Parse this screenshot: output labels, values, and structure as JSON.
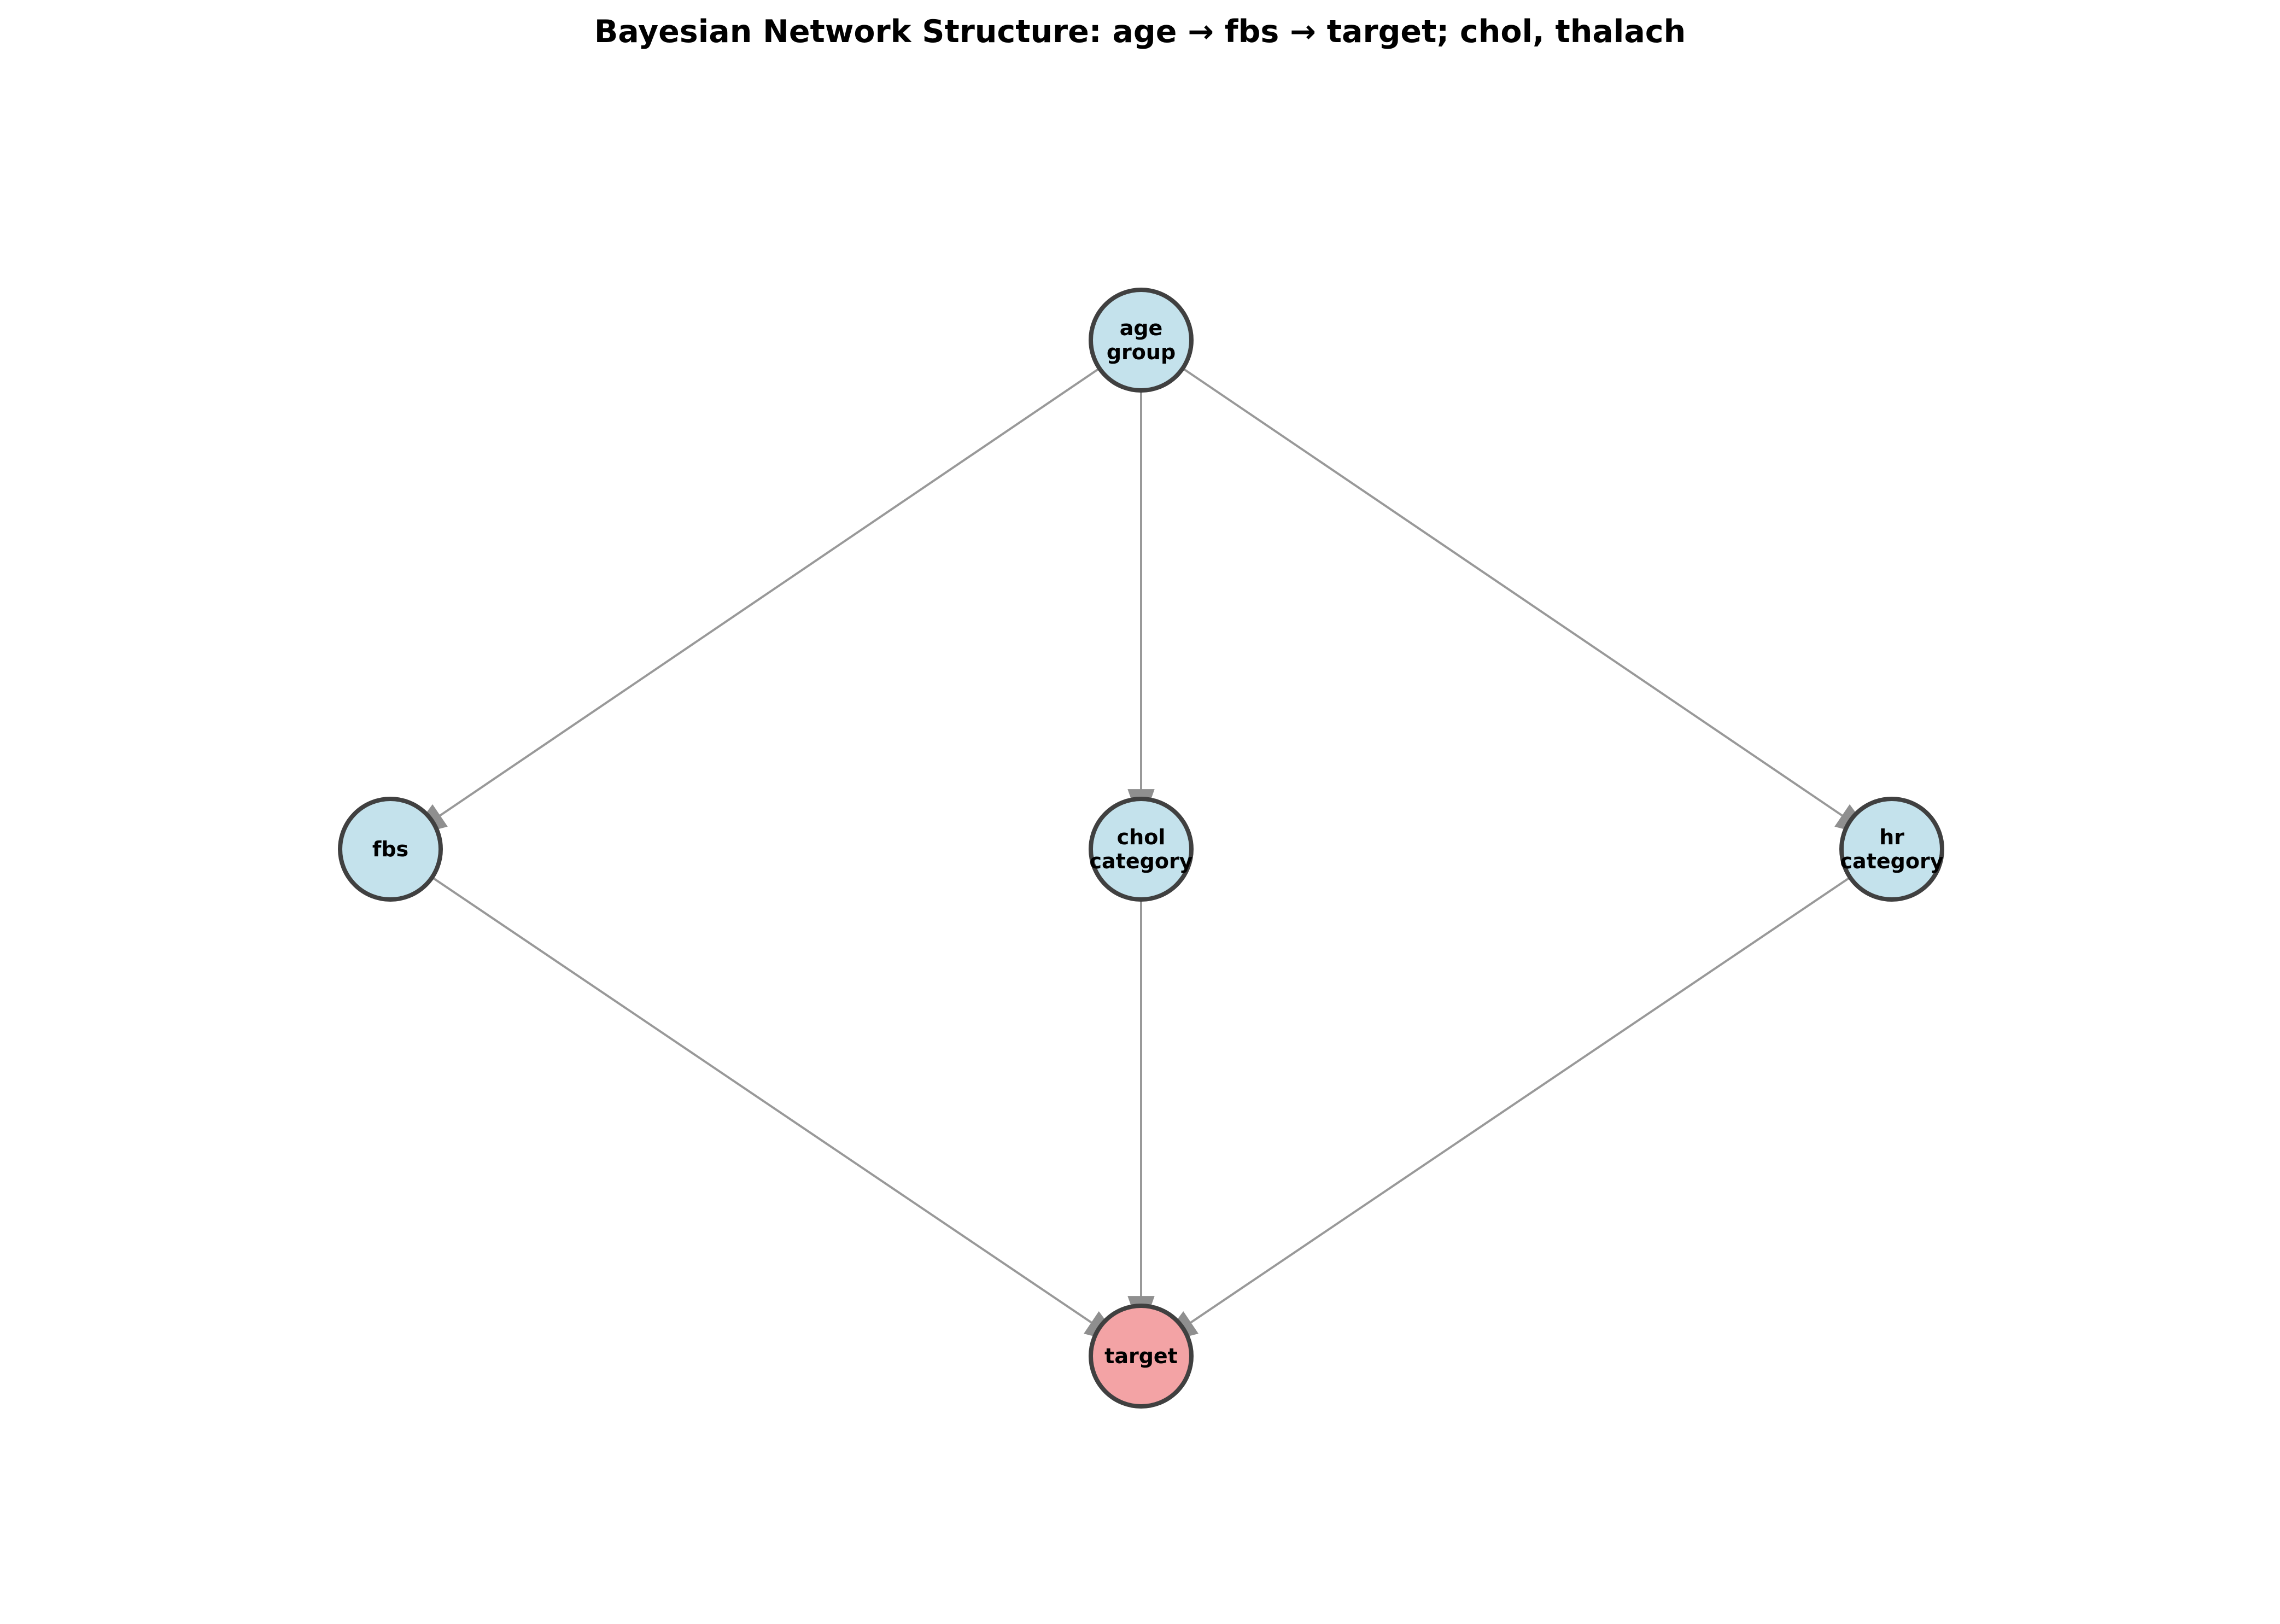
{
  "title": "Bayesian Network Structure: age → fbs → target; chol, thalach",
  "colors": {
    "node_fill": "#c4e2ec",
    "target_fill": "#f3a3a5",
    "node_border": "#404040",
    "edge": "#999999",
    "arrow": "#8f8f8f"
  },
  "nodes": [
    {
      "id": "age_group",
      "label_lines": [
        "age",
        "group"
      ],
      "role": "feature"
    },
    {
      "id": "fbs",
      "label_lines": [
        "fbs"
      ],
      "role": "feature"
    },
    {
      "id": "chol_category",
      "label_lines": [
        "chol",
        "category"
      ],
      "role": "feature"
    },
    {
      "id": "hr_category",
      "label_lines": [
        "hr",
        "category"
      ],
      "role": "feature"
    },
    {
      "id": "target",
      "label_lines": [
        "target"
      ],
      "role": "target"
    }
  ],
  "edges": [
    {
      "from": "age_group",
      "to": "fbs"
    },
    {
      "from": "age_group",
      "to": "chol_category"
    },
    {
      "from": "age_group",
      "to": "hr_category"
    },
    {
      "from": "fbs",
      "to": "target"
    },
    {
      "from": "chol_category",
      "to": "target"
    },
    {
      "from": "hr_category",
      "to": "target"
    }
  ]
}
